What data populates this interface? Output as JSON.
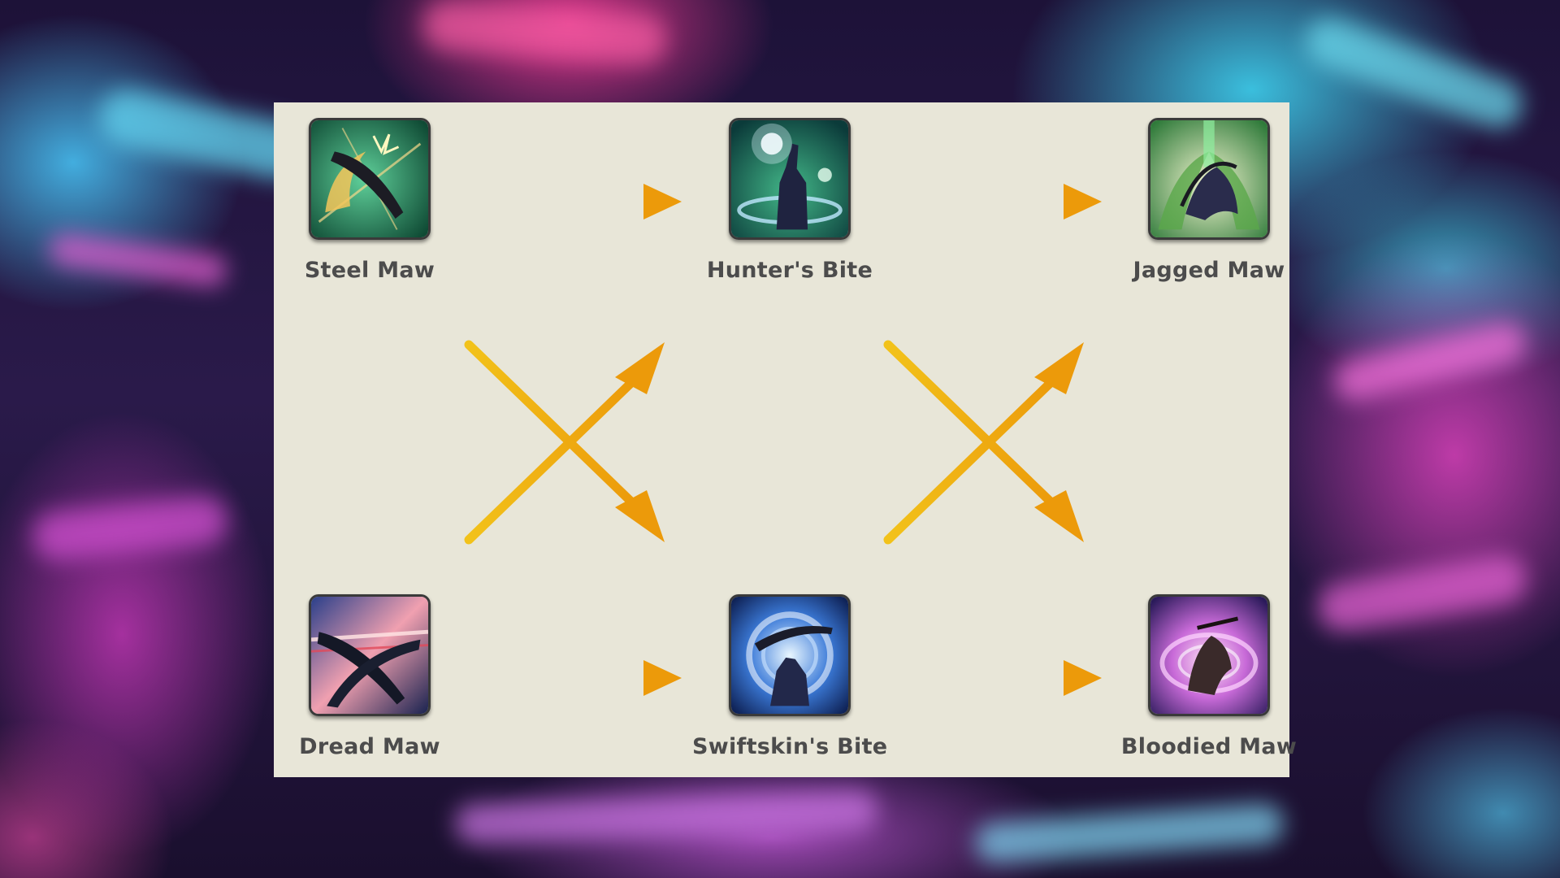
{
  "skills": {
    "steel_maw": {
      "label": "Steel Maw",
      "icon": "steel-maw-icon"
    },
    "hunters_bite": {
      "label": "Hunter's Bite",
      "icon": "hunters-bite-icon"
    },
    "jagged_maw": {
      "label": "Jagged Maw",
      "icon": "jagged-maw-icon"
    },
    "dread_maw": {
      "label": "Dread Maw",
      "icon": "dread-maw-icon"
    },
    "swiftskins_bite": {
      "label": "Swiftskin's Bite",
      "icon": "swiftskins-bite-icon"
    },
    "bloodied_maw": {
      "label": "Bloodied Maw",
      "icon": "bloodied-maw-icon"
    }
  },
  "colors": {
    "panel": "#e8e6d8",
    "arrow_start": "#f2c21a",
    "arrow_end": "#ec9a0a",
    "label": "#4c4c4c"
  }
}
